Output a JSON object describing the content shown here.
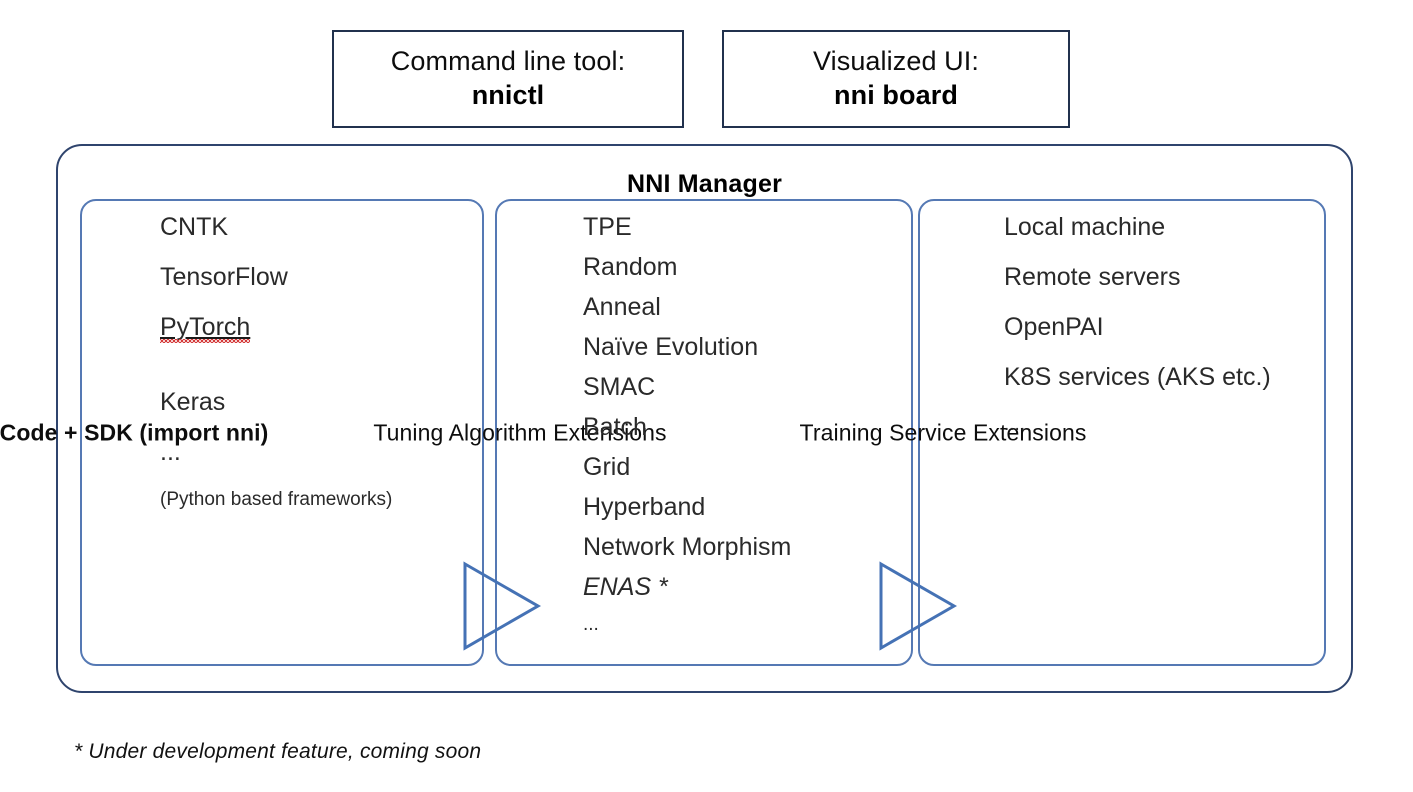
{
  "diagram": {
    "title": "NNI Manager",
    "footnote": "* Under development feature, coming soon",
    "colors": {
      "outer_border": "#2f446d",
      "panel_border": "#5579b4",
      "top_box_border": "#21314d",
      "arrow": "#4572b5",
      "spellcheck_squiggle": "#d43a3a",
      "background": "#ffffff",
      "text": "#2a2a2a"
    }
  },
  "top_boxes": [
    {
      "name": "command-line-tool",
      "line1": "Command line tool:",
      "line2": "nnictl"
    },
    {
      "name": "visualized-ui",
      "line1": "Visualized UI:",
      "line2": "nni board"
    }
  ],
  "panels": [
    {
      "name": "user-code-sdk",
      "side_label": "User Code + SDK (import nni)",
      "side_label_bold": true,
      "entries": [
        {
          "text": "CNTK",
          "style": "normal"
        },
        {
          "text": "TensorFlow",
          "style": "normal"
        },
        {
          "text": "PyTorch",
          "style": "underlined-misspelled"
        },
        {
          "text": "Keras",
          "style": "normal"
        },
        {
          "text": "...",
          "style": "normal"
        },
        {
          "text": "(Python based frameworks)",
          "style": "small"
        }
      ]
    },
    {
      "name": "tuning-algorithm-extensions",
      "side_label": "Tuning Algorithm Extensions",
      "side_label_bold": false,
      "entries": [
        {
          "text": "TPE",
          "style": "normal"
        },
        {
          "text": "Random",
          "style": "normal"
        },
        {
          "text": "Anneal",
          "style": "normal"
        },
        {
          "text": "Naïve Evolution",
          "style": "normal"
        },
        {
          "text": "SMAC",
          "style": "normal"
        },
        {
          "text": "Batch",
          "style": "normal"
        },
        {
          "text": "Grid",
          "style": "normal"
        },
        {
          "text": "Hyperband",
          "style": "normal"
        },
        {
          "text": "Network Morphism",
          "style": "normal"
        },
        {
          "text": "ENAS *",
          "style": "italic"
        },
        {
          "text": "...",
          "style": "small"
        }
      ]
    },
    {
      "name": "training-service-extensions",
      "side_label": "Training Service Extensions",
      "side_label_bold": false,
      "entries": [
        {
          "text": "Local machine",
          "style": "normal"
        },
        {
          "text": "Remote servers",
          "style": "normal"
        },
        {
          "text": "OpenPAI",
          "style": "normal"
        },
        {
          "text": "K8S services (AKS etc.)",
          "style": "normal"
        },
        {
          "text": "....",
          "style": "small"
        }
      ]
    }
  ],
  "arrows": [
    {
      "name": "arrow-user-to-tuning",
      "from": "user-code-sdk",
      "to": "tuning-algorithm-extensions"
    },
    {
      "name": "arrow-tuning-to-training",
      "from": "tuning-algorithm-extensions",
      "to": "training-service-extensions"
    }
  ]
}
